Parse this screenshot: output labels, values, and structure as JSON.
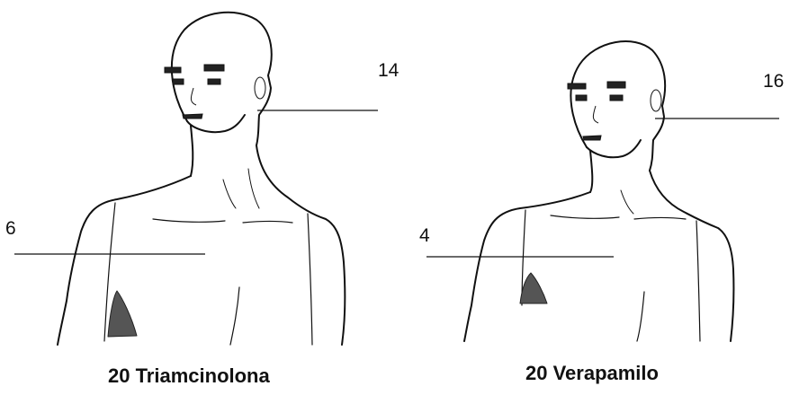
{
  "figures": [
    {
      "caption": "20 Triamcinolona",
      "labels": {
        "ear": "14",
        "chest": "6"
      }
    },
    {
      "caption": "20 Verapamilo",
      "labels": {
        "ear": "16",
        "chest": "4"
      }
    }
  ],
  "colors": {
    "ink": "#111111",
    "shade": "#555555"
  }
}
